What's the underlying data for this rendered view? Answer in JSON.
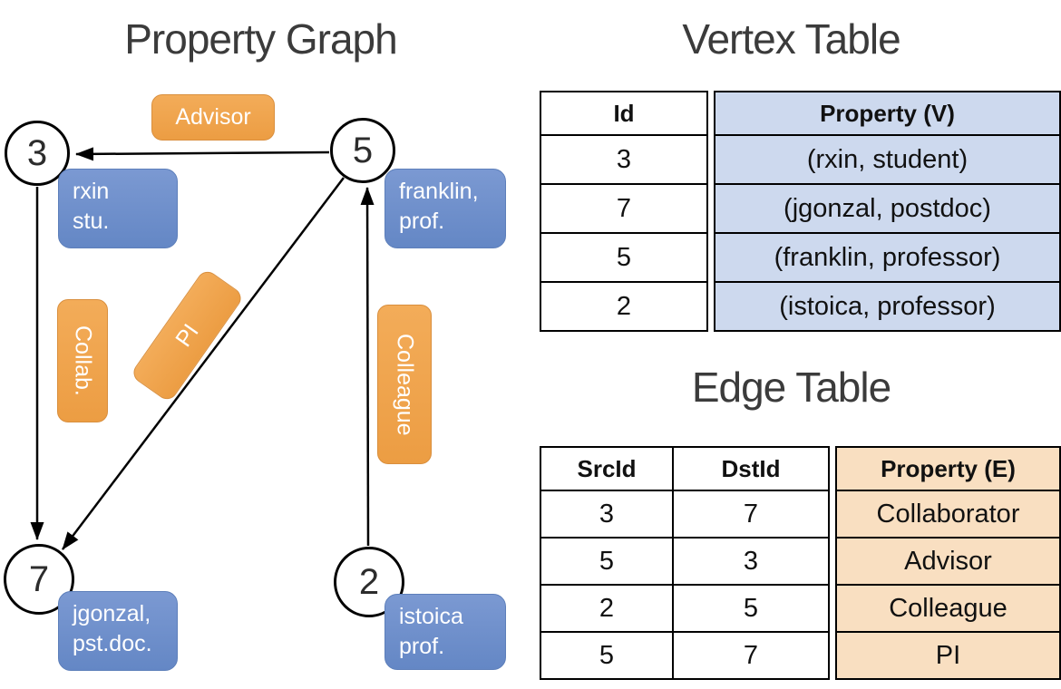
{
  "colors": {
    "vertex_box": "#6D8FCA",
    "edge_box": "#F0A54E",
    "vertex_cell_bg": "#CDD9EE",
    "edge_cell_bg": "#F9DFC1",
    "line": "#000000"
  },
  "graph": {
    "title": "Property Graph",
    "nodes": [
      {
        "id": "3"
      },
      {
        "id": "5"
      },
      {
        "id": "7"
      },
      {
        "id": "2"
      }
    ],
    "vertex_properties": [
      {
        "node": "3",
        "label": "rxin\nstu."
      },
      {
        "node": "5",
        "label": "franklin,\nprof."
      },
      {
        "node": "7",
        "label": "jgonzal,\npst.doc."
      },
      {
        "node": "2",
        "label": "istoica\nprof."
      }
    ],
    "edge_properties": [
      {
        "label": "Advisor"
      },
      {
        "label": "Collab."
      },
      {
        "label": "PI"
      },
      {
        "label": "Colleague"
      }
    ]
  },
  "vertex_table": {
    "title": "Vertex Table",
    "headers": [
      "Id",
      "Property (V)"
    ],
    "rows": [
      [
        "3",
        "(rxin, student)"
      ],
      [
        "7",
        "(jgonzal, postdoc)"
      ],
      [
        "5",
        "(franklin, professor)"
      ],
      [
        "2",
        "(istoica, professor)"
      ]
    ]
  },
  "edge_table": {
    "title": "Edge Table",
    "headers": [
      "SrcId",
      "DstId",
      "Property (E)"
    ],
    "rows": [
      [
        "3",
        "7",
        "Collaborator"
      ],
      [
        "5",
        "3",
        "Advisor"
      ],
      [
        "2",
        "5",
        "Colleague"
      ],
      [
        "5",
        "7",
        "PI"
      ]
    ]
  }
}
